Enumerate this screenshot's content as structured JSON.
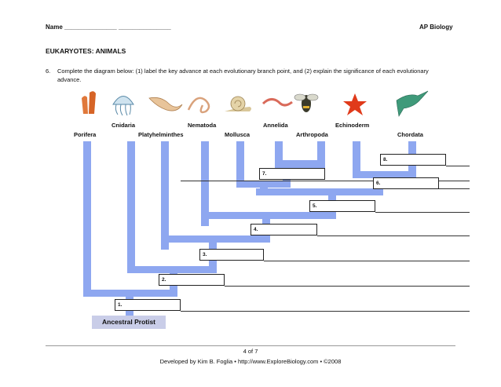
{
  "header": {
    "name_label": "Name _______________ _______________",
    "course": "AP Biology"
  },
  "section_title": "EUKARYOTES: ANIMALS",
  "question": {
    "number": "6.",
    "text": "Complete the diagram below: (1) label the key advance at each evolutionary branch point, and (2) explain the significance of each evolutionary advance."
  },
  "taxa_upper": [
    "Cnidaria",
    "Nematoda",
    "Annelida",
    "Echinoderm"
  ],
  "taxa_lower": [
    "Porifera",
    "Platyhelminthes",
    "Mollusca",
    "Arthropoda",
    "Chordata"
  ],
  "branch_points": [
    "1.",
    "2.",
    "3.",
    "4.",
    "5.",
    "6.",
    "7.",
    "8."
  ],
  "root_label": "Ancestral Protist",
  "footer": {
    "page": "4 of 7",
    "credit": "Developed by Kim B. Foglia • http://www.ExploreBiology.com • ©2008"
  },
  "colors": {
    "branch": "#8ea7f0",
    "root_box": "#c9cde8"
  }
}
